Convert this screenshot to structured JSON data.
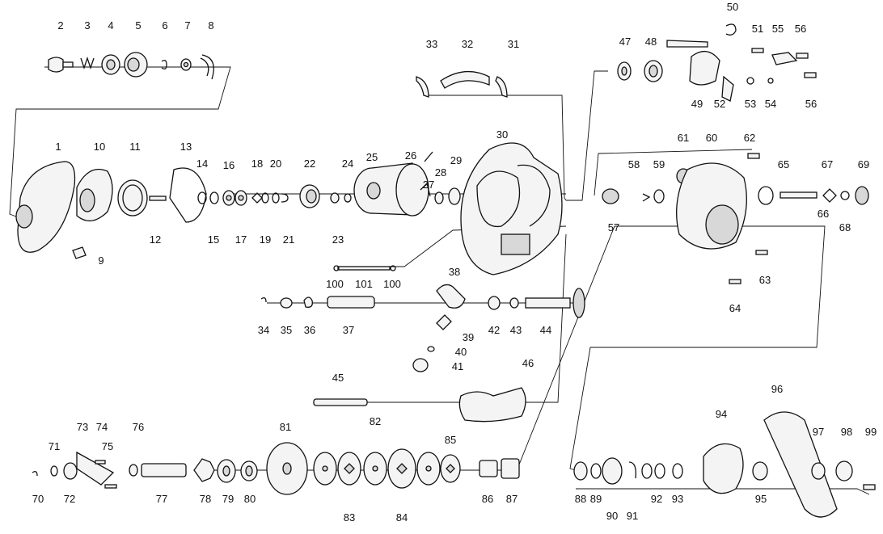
{
  "diagram": {
    "part_numbers": [
      "1",
      "2",
      "3",
      "4",
      "5",
      "6",
      "7",
      "8",
      "9",
      "10",
      "11",
      "12",
      "13",
      "14",
      "15",
      "16",
      "17",
      "18",
      "19",
      "20",
      "21",
      "22",
      "23",
      "24",
      "25",
      "26",
      "27",
      "28",
      "29",
      "30",
      "31",
      "32",
      "33",
      "34",
      "35",
      "36",
      "37",
      "38",
      "39",
      "40",
      "41",
      "42",
      "43",
      "44",
      "45",
      "46",
      "47",
      "48",
      "49",
      "50",
      "51",
      "52",
      "53",
      "54",
      "55",
      "56",
      "56",
      "57",
      "58",
      "59",
      "60",
      "61",
      "62",
      "63",
      "64",
      "65",
      "66",
      "67",
      "68",
      "69",
      "70",
      "71",
      "72",
      "73",
      "74",
      "75",
      "76",
      "77",
      "78",
      "79",
      "80",
      "81",
      "82",
      "83",
      "84",
      "85",
      "86",
      "87",
      "88",
      "89",
      "90",
      "91",
      "92",
      "93",
      "94",
      "95",
      "96",
      "97",
      "98",
      "99",
      "100",
      "100",
      "101"
    ]
  }
}
